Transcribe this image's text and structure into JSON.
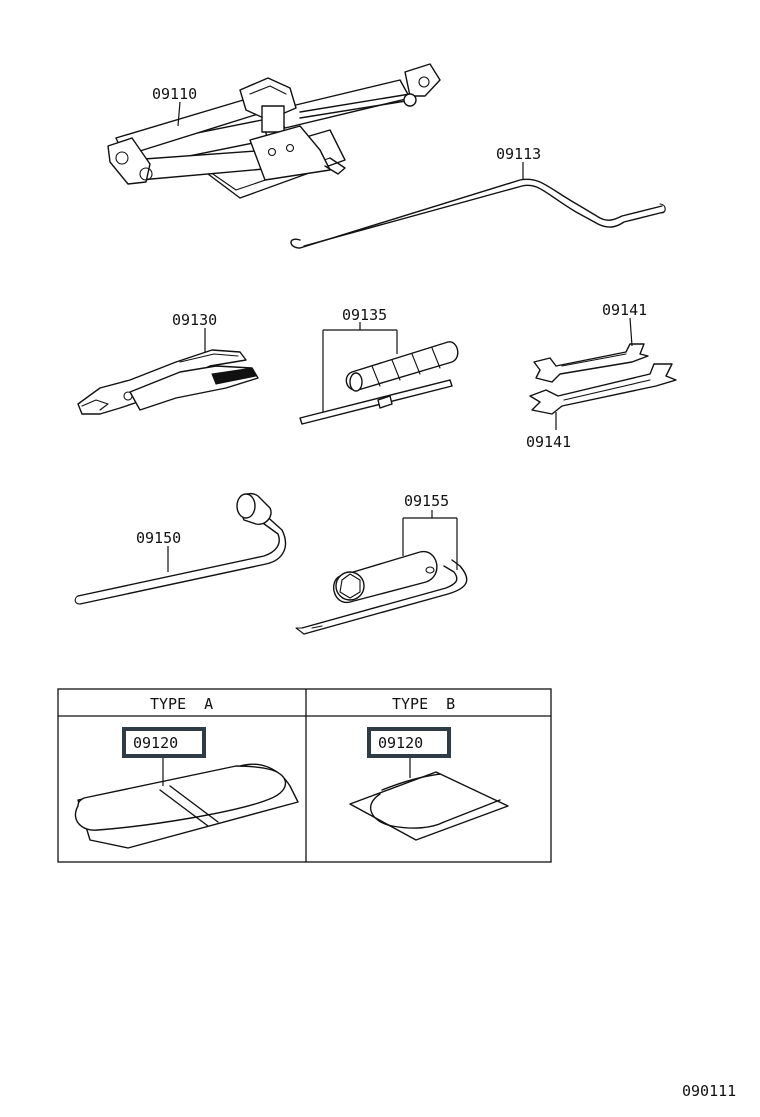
{
  "parts": {
    "jack": "09110",
    "jack_handle": "09113",
    "pliers": "09130",
    "screwdriver": "09135",
    "wrench_upper": "09141",
    "wrench_lower": "09141",
    "wheel_nut_wrench": "09150",
    "plug_wrench": "09155"
  },
  "table": {
    "type_a_label": "TYPE  A",
    "type_b_label": "TYPE  B",
    "type_a_part": "09120",
    "type_b_part": "09120"
  },
  "highlight_color": "#2e3d45",
  "diagram_code": "090111"
}
